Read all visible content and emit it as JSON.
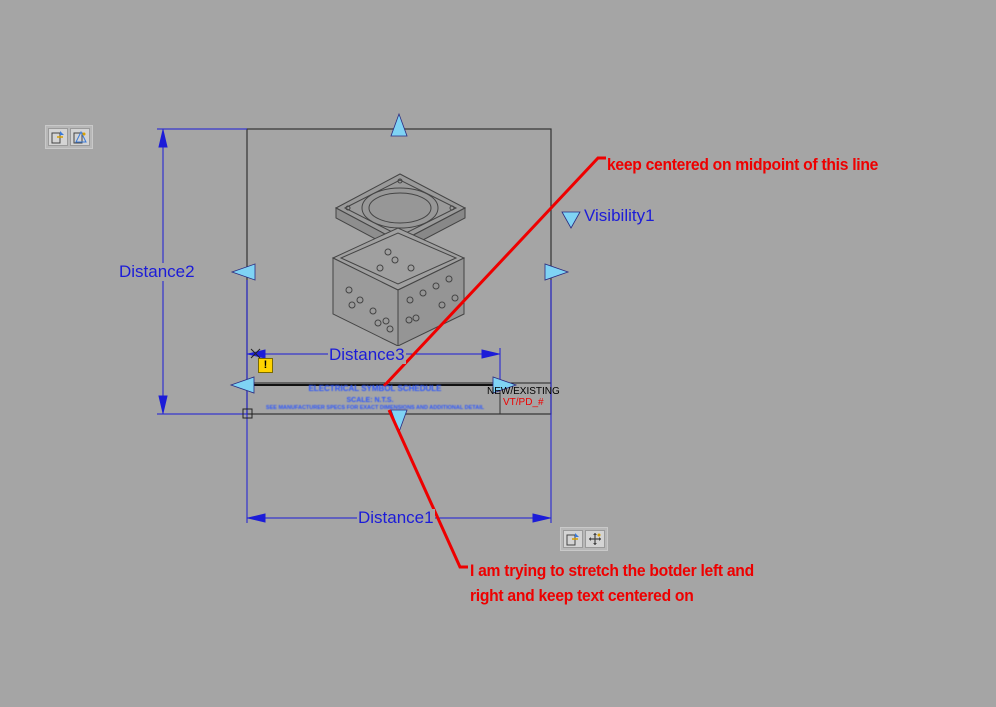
{
  "parameters": {
    "distance1": "Distance1",
    "distance2": "Distance2",
    "distance3": "Distance3",
    "visibility": "Visibility1"
  },
  "title_block": {
    "status": "NEW/EXISTING",
    "tag": "VT/PD_#",
    "title_line": "ELECTRICAL SYMBOL SCHEDULE",
    "scale_line": "SCALE: N.T.S.",
    "note_line": "SEE MANUFACTURER SPECS FOR EXACT DIMENSIONS AND ADDITIONAL DETAIL"
  },
  "annotations": {
    "top": "keep centered on midpoint of this line",
    "bottom_line1": "I am trying to stretch the botder left and",
    "bottom_line2": "right and keep text centered on"
  },
  "icons": {
    "toolbar_top": [
      "block-insert-icon",
      "block-attribute-icon"
    ],
    "toolbar_bottom": [
      "block-insert-icon",
      "move-grip-icon"
    ],
    "warning": "warning-icon"
  },
  "colors": {
    "background": "#a5a5a5",
    "dimension": "#1c1cd8",
    "grip": "#7fd3f4",
    "annotation": "#ee0000",
    "border": "#333333"
  }
}
